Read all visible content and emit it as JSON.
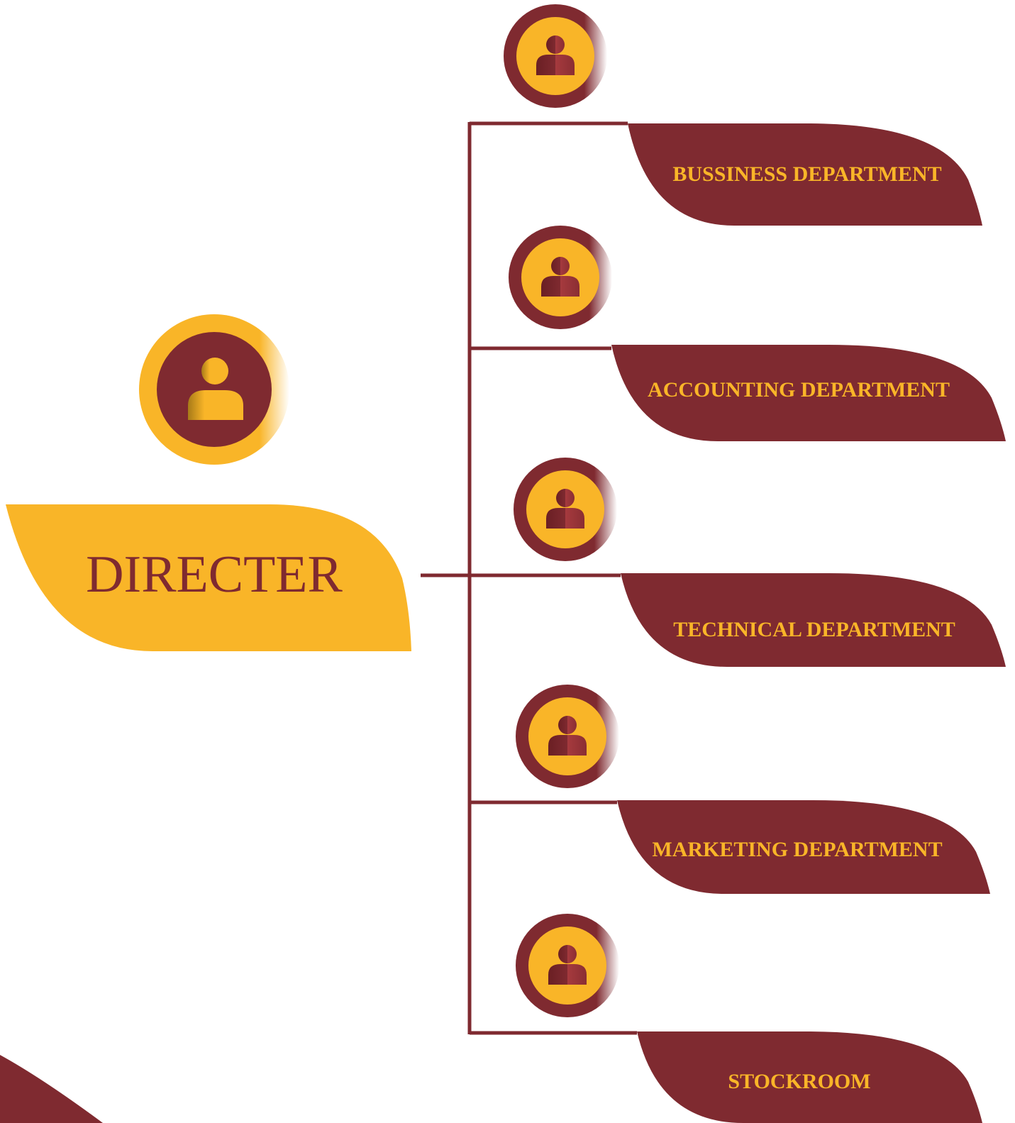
{
  "colors": {
    "maroon": "#7f2a30",
    "gold": "#f9b528",
    "background": "#ffffff"
  },
  "director": {
    "label": "DIRECTER",
    "avatar_icon": "person-icon"
  },
  "departments": [
    {
      "label": "BUSSINESS DEPARTMENT",
      "avatar_icon": "person-icon"
    },
    {
      "label": "ACCOUNTING DEPARTMENT",
      "avatar_icon": "person-icon"
    },
    {
      "label": "TECHNICAL DEPARTMENT",
      "avatar_icon": "person-icon"
    },
    {
      "label": "MARKETING DEPARTMENT",
      "avatar_icon": "person-icon"
    },
    {
      "label": "STOCKROOM",
      "avatar_icon": "person-icon"
    }
  ]
}
